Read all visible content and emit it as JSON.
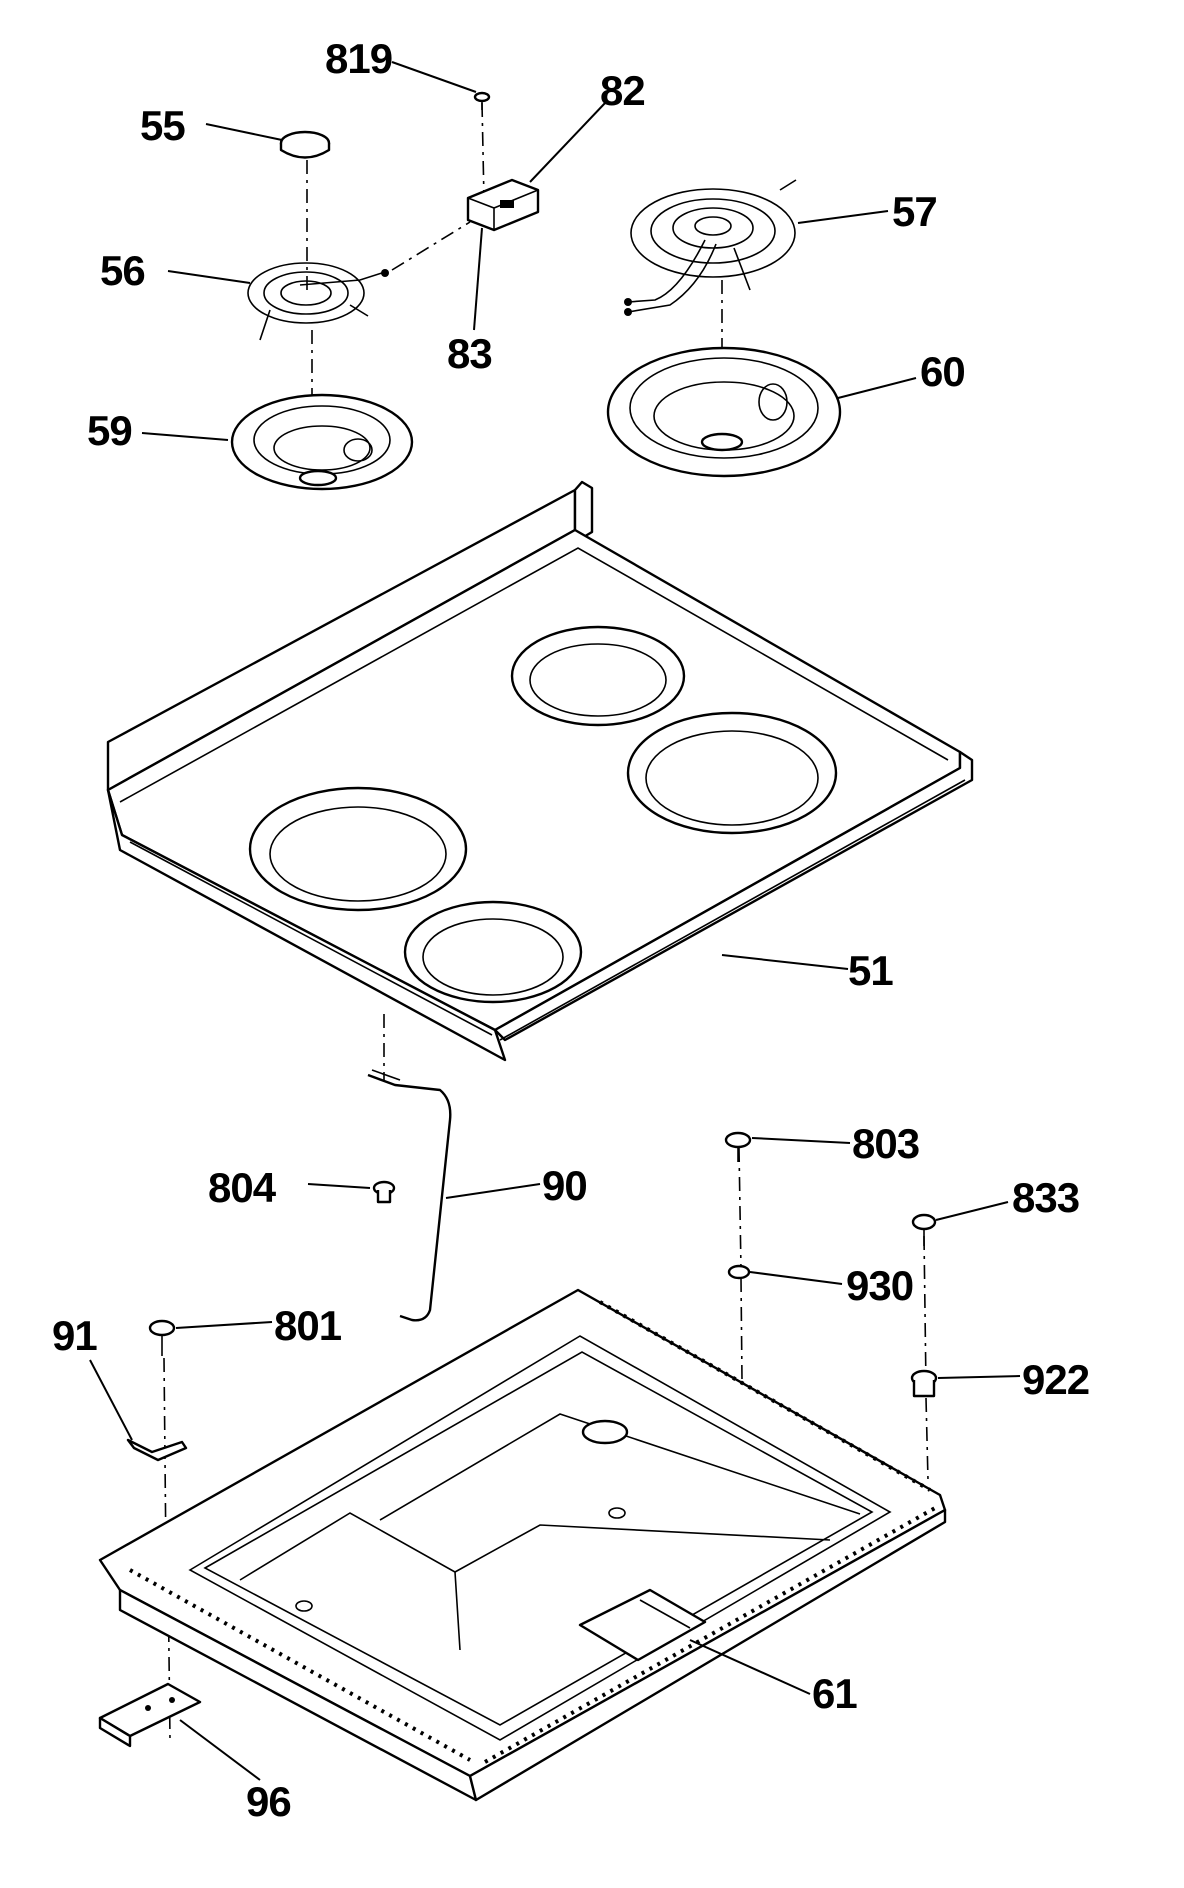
{
  "diagram": {
    "labels": {
      "p819": "819",
      "p82": "82",
      "p55": "55",
      "p57": "57",
      "p56": "56",
      "p83": "83",
      "p60": "60",
      "p59": "59",
      "p51": "51",
      "p803": "803",
      "p804": "804",
      "p90": "90",
      "p833": "833",
      "p930": "930",
      "p91": "91",
      "p801": "801",
      "p922": "922",
      "p61": "61",
      "p96": "96"
    }
  }
}
